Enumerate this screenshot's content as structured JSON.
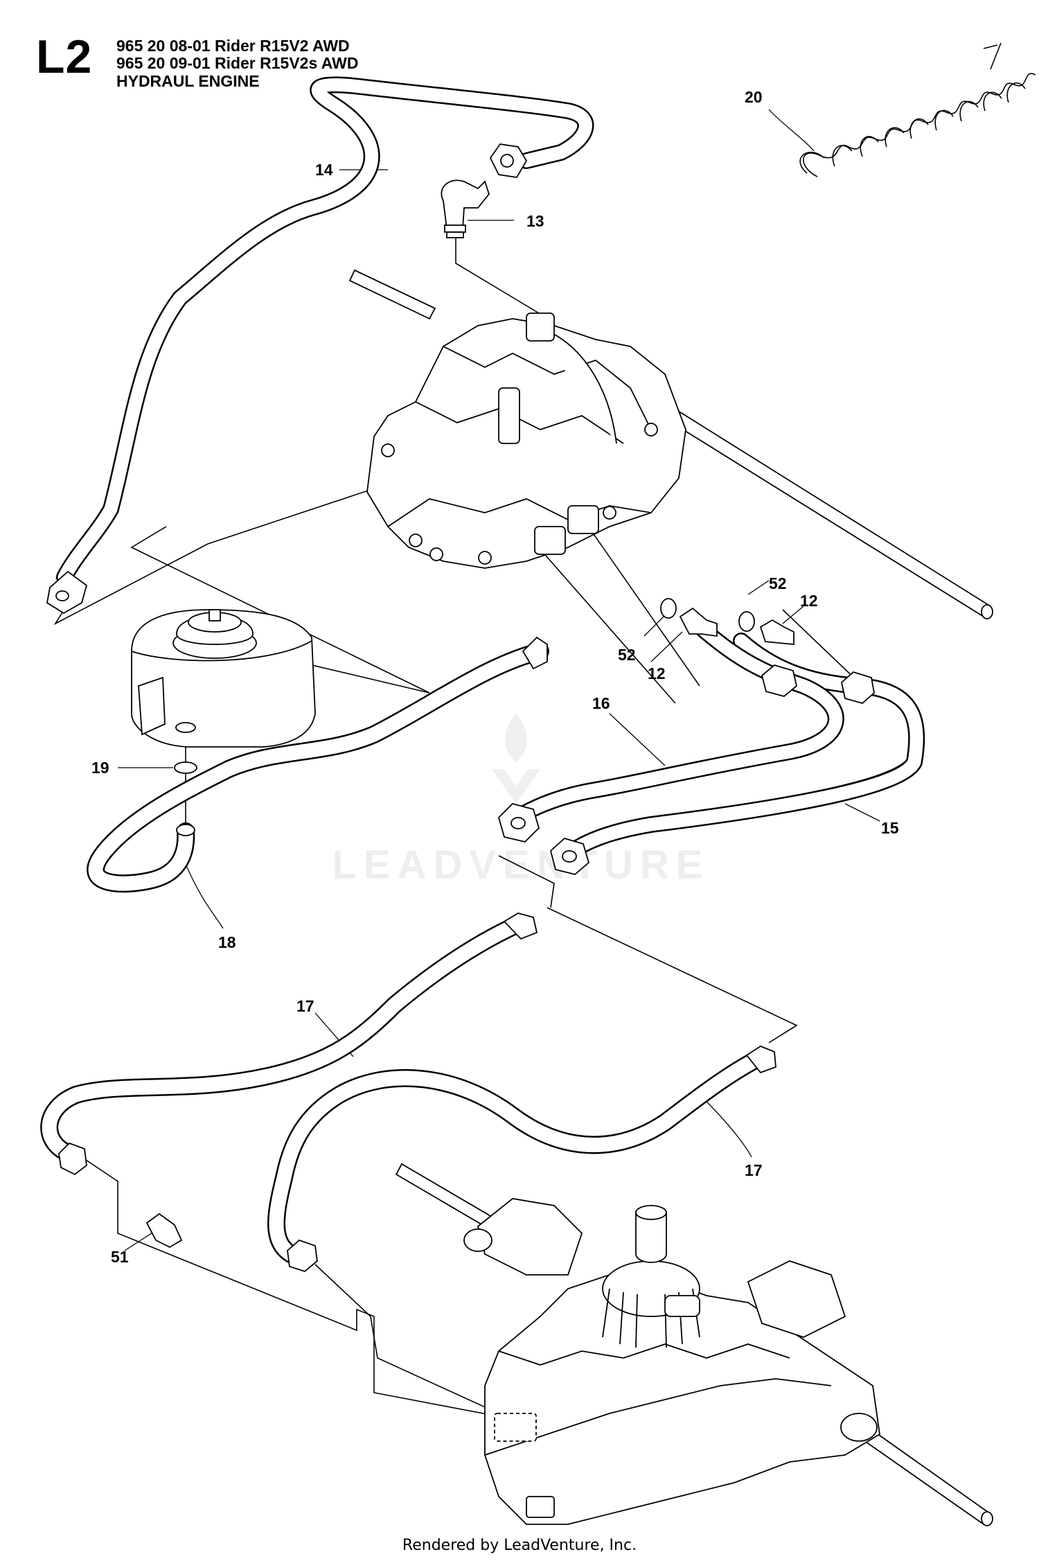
{
  "header": {
    "sheet_code": "L2",
    "model_line_1": "965 20 08-01 Rider R15V2 AWD",
    "model_line_2": "965 20 09-01 Rider R15V2s AWD",
    "section_title": "HYDRAUL ENGINE"
  },
  "watermark": {
    "text": "LEADVENTURE"
  },
  "callouts": [
    {
      "id": "20",
      "label": "20"
    },
    {
      "id": "14",
      "label": "14"
    },
    {
      "id": "13",
      "label": "13"
    },
    {
      "id": "52a",
      "label": "52"
    },
    {
      "id": "12a",
      "label": "12"
    },
    {
      "id": "52b",
      "label": "52"
    },
    {
      "id": "12b",
      "label": "12"
    },
    {
      "id": "16",
      "label": "16"
    },
    {
      "id": "19",
      "label": "19"
    },
    {
      "id": "15",
      "label": "15"
    },
    {
      "id": "18",
      "label": "18"
    },
    {
      "id": "17a",
      "label": "17"
    },
    {
      "id": "17b",
      "label": "17"
    },
    {
      "id": "51",
      "label": "51"
    }
  ],
  "footer": {
    "text": "Rendered by LeadVenture, Inc."
  },
  "colors": {
    "line": "#000000",
    "watermark": "#eeeeee",
    "background": "#ffffff"
  }
}
